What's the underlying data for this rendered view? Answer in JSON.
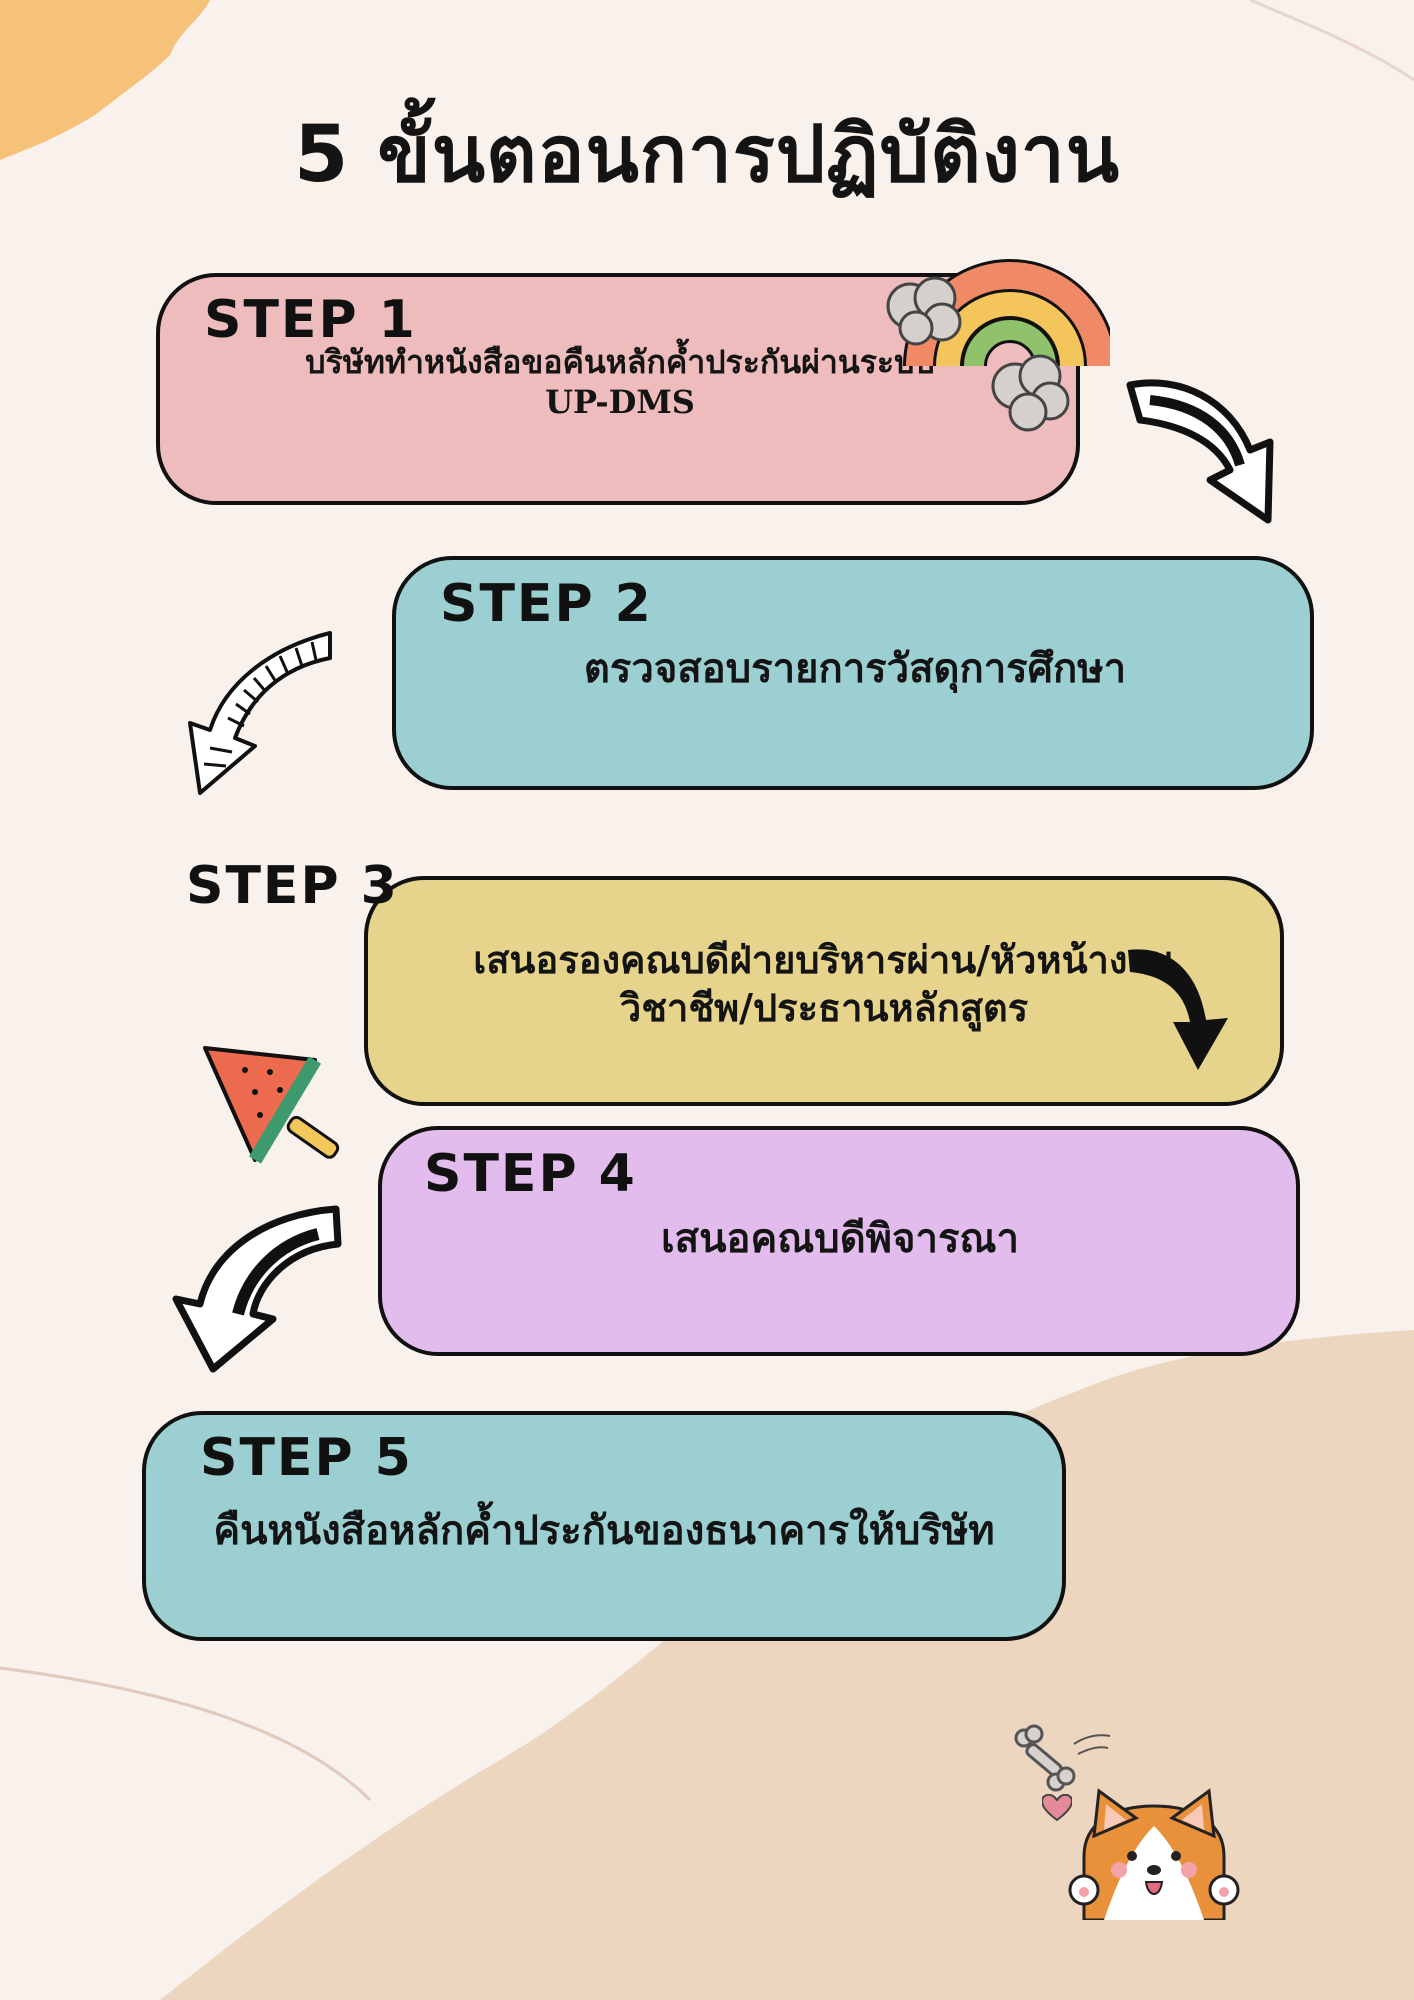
{
  "title": "5 ขั้นตอนการปฏิบัติงาน",
  "steps": [
    {
      "label": "STEP 1",
      "text_line1": "บริษัททำหนังสือขอคืนหลักค้ำประกันผ่านระบบ",
      "text_line2": "UP-DMS"
    },
    {
      "label": "STEP 2",
      "text_line1": "ตรวจสอบรายการวัสดุการศึกษา"
    },
    {
      "label": "STEP 3",
      "text_line1": "เสนอรองคณบดีฝ่ายบริหารผ่าน/หัวหน้างาน",
      "text_line2": "วิชาชีพ/ประธานหลักสูตร"
    },
    {
      "label": "STEP 4",
      "text_line1": "เสนอคณบดีพิจารณา"
    },
    {
      "label": "STEP 5",
      "text_line1": "คืนหนังสือหลักค้ำประกันของธนาคารให้บริษัท"
    }
  ],
  "colors": {
    "step1": "#eebcbc",
    "step2": "#9bcfd2",
    "step3": "#e6d38c",
    "step4": "#e1bcec",
    "step5": "#9bcfd2",
    "background": "#f8f1ec",
    "accent_peach": "#f6c27a",
    "accent_sand": "#ecd6bf"
  },
  "icons": [
    "rainbow-icon",
    "curved-arrow-icon",
    "hatched-arrow-icon",
    "watermelon-icon",
    "corgi-icon",
    "bone-icon",
    "heart-icon"
  ]
}
